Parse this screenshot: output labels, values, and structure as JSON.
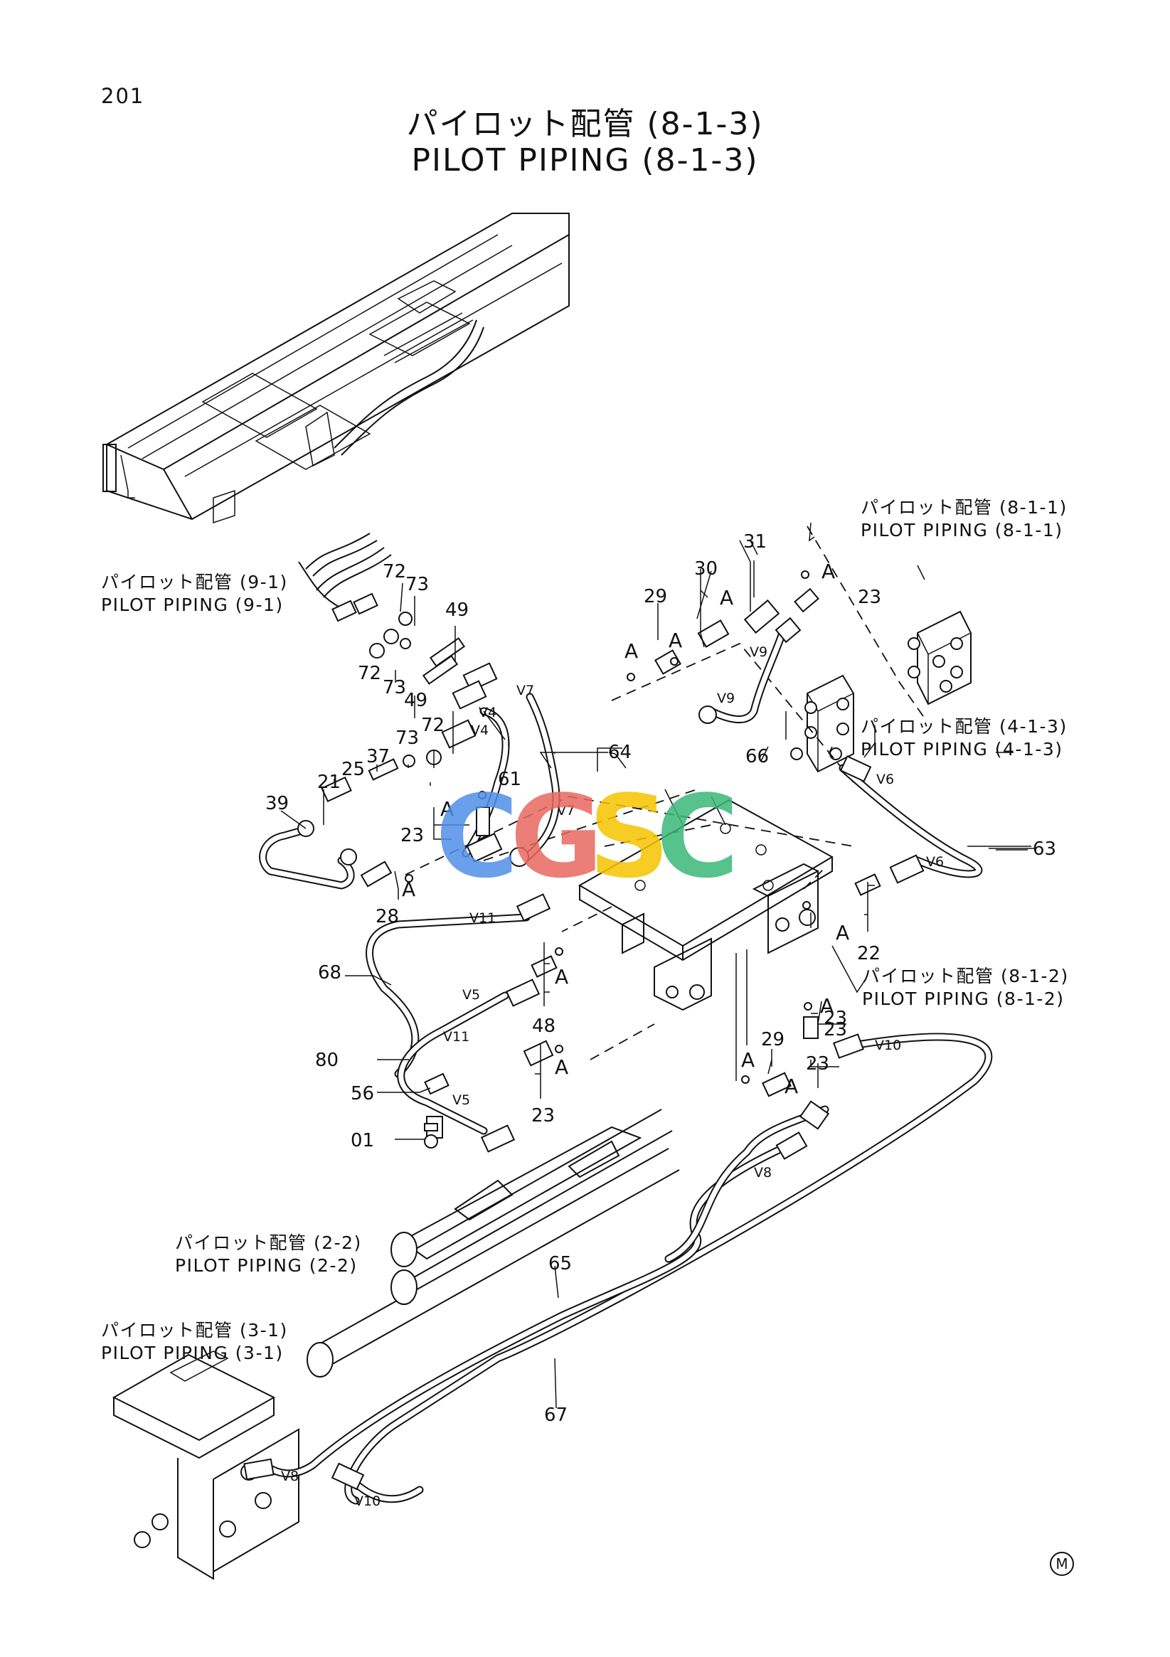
{
  "page_number": "201",
  "title_jp": "パイロット配管 (8-1-3)",
  "title_en": "PILOT PIPING (8-1-3)",
  "references": [
    {
      "jp": "パイロット配管 (8-1-1)",
      "en": "PILOT PIPING (8-1-1)"
    },
    {
      "jp": "パイロット配管 (9-1)",
      "en": "PILOT PIPING (9-1)"
    },
    {
      "jp": "パイロット配管 (4-1-3)",
      "en": "PILOT PIPING (4-1-3)"
    },
    {
      "jp": "パイロット配管 (8-1-2)",
      "en": "PILOT PIPING (8-1-2)"
    },
    {
      "jp": "パイロット配管 (2-2)",
      "en": "PILOT PIPING (2-2)"
    },
    {
      "jp": "パイロット配管 (3-1)",
      "en": "PILOT PIPING (3-1)"
    }
  ],
  "part_numbers": [
    "72",
    "73",
    "49",
    "72",
    "73",
    "49",
    "31",
    "30",
    "29",
    "23",
    "72",
    "73",
    "37",
    "25",
    "21",
    "39",
    "61",
    "64",
    "66",
    "63",
    "23",
    "28",
    "22",
    "68",
    "48",
    "23",
    "23",
    "80",
    "56",
    "23",
    "01",
    "65",
    "67",
    "29",
    "23"
  ],
  "annotation_letter": "A",
  "port_labels": [
    "V7",
    "V4",
    "V4",
    "V9",
    "V9",
    "V7",
    "V6",
    "V6",
    "V11",
    "V5",
    "V11",
    "V5",
    "V10",
    "V8",
    "V8",
    "V10"
  ],
  "watermark": {
    "letters": [
      "C",
      "G",
      "S",
      "C"
    ],
    "colors": [
      "#4f8fe8",
      "#e8685f",
      "#f5c400",
      "#3cb878"
    ]
  },
  "mark": "M"
}
